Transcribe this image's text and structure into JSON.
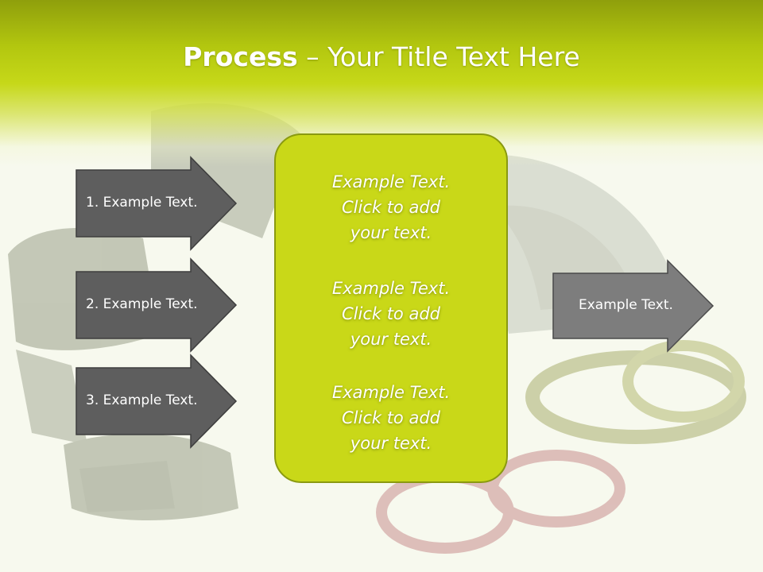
{
  "slide": {
    "title_bold": "Process",
    "title_rest": " – Your Title Text Here",
    "left_arrows": [
      {
        "label": "1. Example Text."
      },
      {
        "label": "2. Example Text."
      },
      {
        "label": "3. Example Text."
      }
    ],
    "center_box": {
      "paragraphs": [
        {
          "line1": "Example Text.",
          "line2": "Click  to add",
          "line3": "your text."
        },
        {
          "line1": "Example Text.",
          "line2": "Click  to add",
          "line3": "your text."
        },
        {
          "line1": "Example Text.",
          "line2": "Click  to add",
          "line3": "your text."
        }
      ]
    },
    "right_arrow": {
      "label": "Example Text."
    }
  },
  "colors": {
    "accent_green": "#c9d818",
    "header_green": "#a9bd0f",
    "dark_arrow": "#5e5e5e",
    "light_arrow": "#7d7d7d"
  }
}
